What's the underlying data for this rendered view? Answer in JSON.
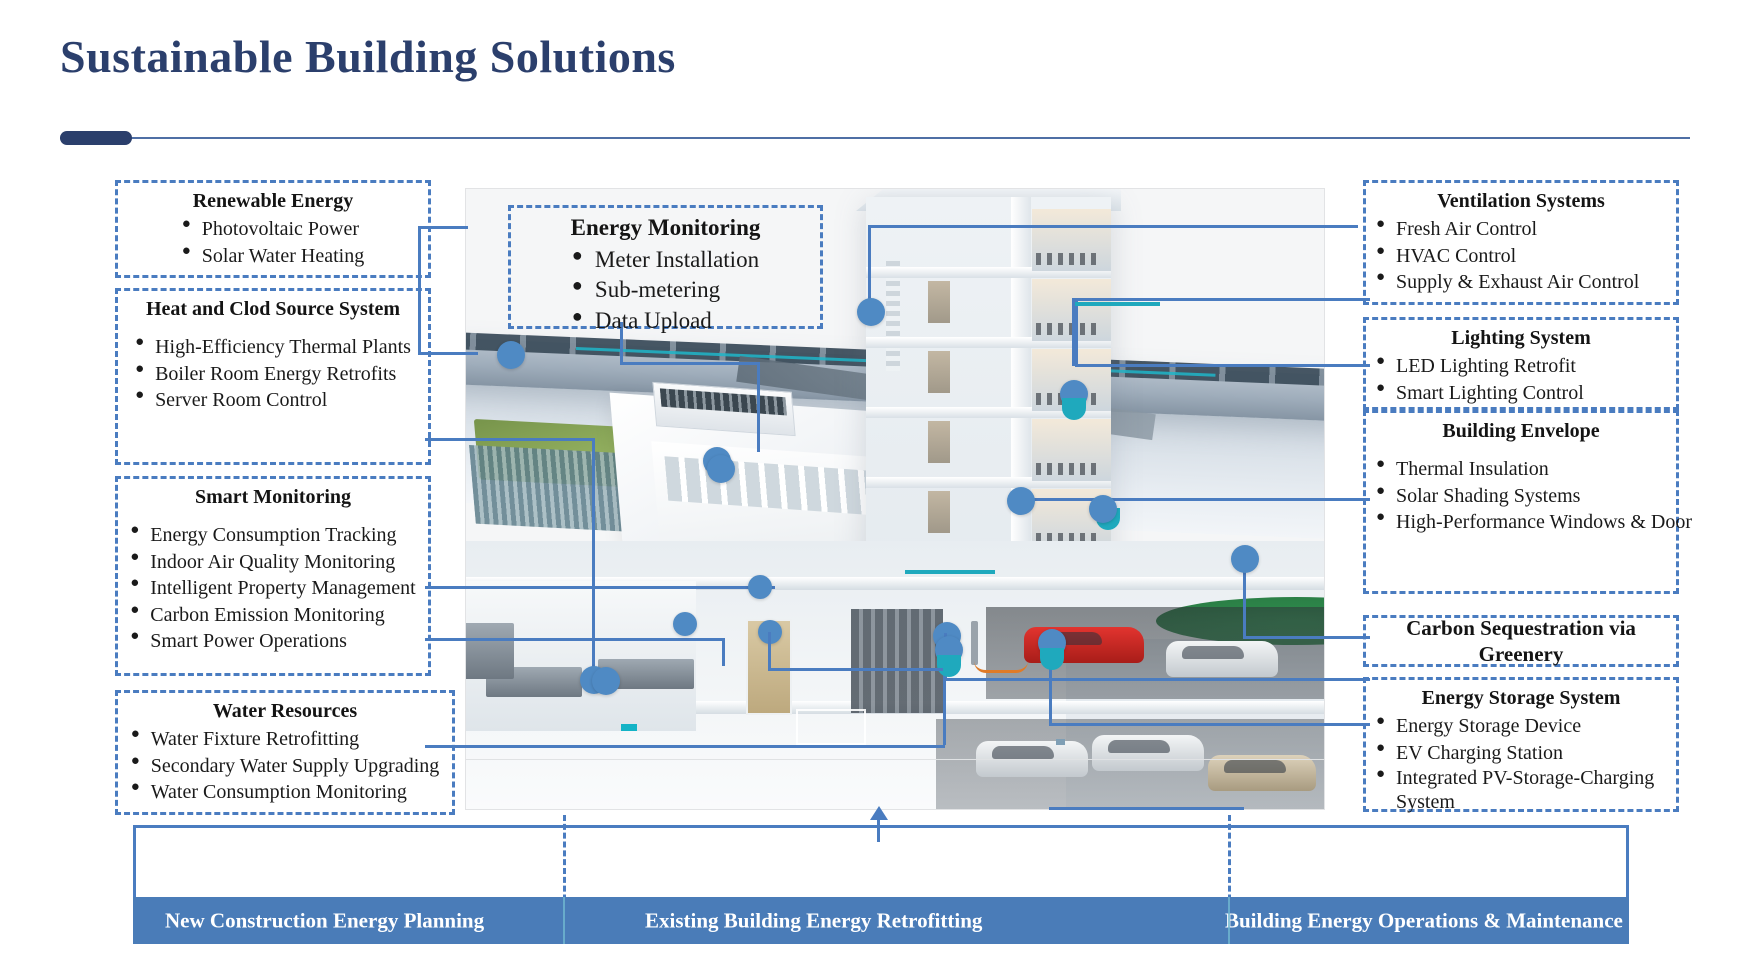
{
  "header": {
    "title": "Sustainable Building Solutions",
    "accent_color": "#2b3f6c",
    "rule_color": "#4f6fa5"
  },
  "theme": {
    "dashed_border": "#4a7cc0",
    "connector": "#4a7cc0",
    "node": "#4f8ac4",
    "teal": "#1fa9bd",
    "bar": "#4a7cb8"
  },
  "panels": {
    "renewable_energy": {
      "title": "Renewable Energy",
      "items": [
        "Photovoltaic Power",
        "Solar Water Heating"
      ]
    },
    "heat_cold_source": {
      "title": "Heat and Clod Source System",
      "items": [
        "High-Efficiency Thermal Plants",
        "Boiler Room Energy Retrofits",
        "Server Room Control"
      ]
    },
    "smart_monitoring": {
      "title": "Smart Monitoring",
      "items": [
        "Energy Consumption Tracking",
        "Indoor Air Quality  Monitoring",
        "Intelligent Property Management",
        "Carbon Emission Monitoring",
        "Smart Power Operations"
      ]
    },
    "water_resources": {
      "title": "Water Resources",
      "items": [
        "Water Fixture Retrofitting",
        "Secondary Water Supply Upgrading",
        "Water Consumption Monitoring"
      ]
    },
    "energy_monitoring": {
      "title": "Energy Monitoring",
      "items": [
        "Meter Installation",
        "Sub-metering",
        "Data Upload"
      ]
    },
    "ventilation_systems": {
      "title": "Ventilation Systems",
      "items": [
        "Fresh Air Control",
        "HVAC Control",
        "Supply & Exhaust Air Control"
      ]
    },
    "lighting_system": {
      "title": "Lighting System",
      "items": [
        "LED Lighting Retrofit",
        "Smart Lighting Control"
      ]
    },
    "building_envelope": {
      "title": "Building Envelope",
      "items": [
        "Thermal Insulation",
        "Solar Shading Systems",
        "High-Performance Windows & Door"
      ]
    },
    "carbon_sequestration": {
      "title": "Carbon Sequestration via Greenery"
    },
    "energy_storage": {
      "title": "Energy Storage System",
      "items": [
        "Energy Storage Device",
        "EV Charging Station",
        "Integrated PV-Storage-Charging System"
      ]
    }
  },
  "phases": {
    "items": [
      "New Construction Energy Planning",
      "Existing Building Energy Retrofitting",
      "Building Energy Operations & Maintenance"
    ]
  }
}
